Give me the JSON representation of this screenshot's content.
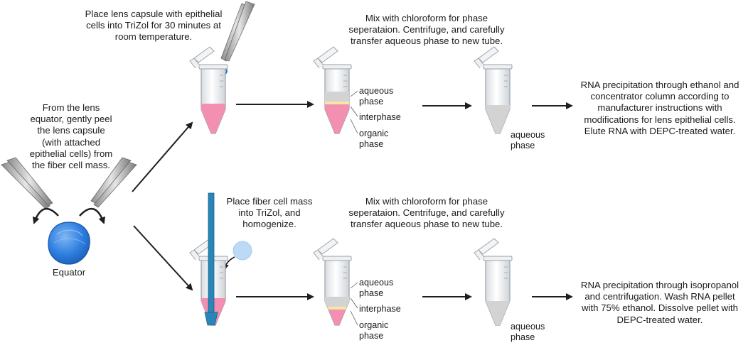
{
  "texts": {
    "step_capsule": [
      "Place lens capsule with epithelial",
      "cells into TriZol for 30 minutes at",
      "room temperature."
    ],
    "step_mix_top": [
      "Mix with chloroform for phase",
      "seperataion. Centrifuge, and carefully",
      "transfer aqueous phase to new tube."
    ],
    "step_rna_top": [
      "RNA precipitation through ethanol and",
      "concentrator column according to",
      "manufacturer instructions with",
      "modifications for lens epithelial cells.",
      "Elute RNA with DEPC-treated water."
    ],
    "step_peel": [
      "From the lens",
      "equator, gently peel",
      "the lens capsule",
      "(with attached",
      "epithelial cells) from",
      "the fiber cell mass."
    ],
    "equator": "Equator",
    "step_fiber": [
      "Place fiber cell mass",
      "into TriZol, and",
      "homogenize."
    ],
    "step_mix_bottom": [
      "Mix with chloroform for phase",
      "seperataion. Centrifuge, and carefully",
      "transfer aqueous phase to new tube."
    ],
    "step_rna_bottom": [
      "RNA precipitation through isopropanol",
      "and centrifugation. Wash RNA pellet",
      "with 75% ethanol. Dissolve pellet with",
      "DEPC-treated water."
    ]
  },
  "labels": {
    "top_aqueous": [
      "aqueous",
      "phase"
    ],
    "top_interphase": "interphase",
    "top_organic": [
      "organic",
      "phase"
    ],
    "top_result_aqueous": [
      "aqueous",
      "phase"
    ],
    "bottom_aqueous": [
      "aqueous",
      "phase"
    ],
    "bottom_interphase": "interphase",
    "bottom_organic": [
      "organic",
      "phase"
    ],
    "bottom_result_aqueous": [
      "aqueous",
      "phase"
    ]
  },
  "colors": {
    "organic_pink": "#f38fb0",
    "aqueous_gray": "#d3d3d3",
    "interphase_yellow": "#f6e7a6",
    "lens_blue": "#2f7fe0",
    "lens_light": "#bcd9f5",
    "homogenizer": "#2a86b8",
    "arrow": "#1f1f1f"
  }
}
